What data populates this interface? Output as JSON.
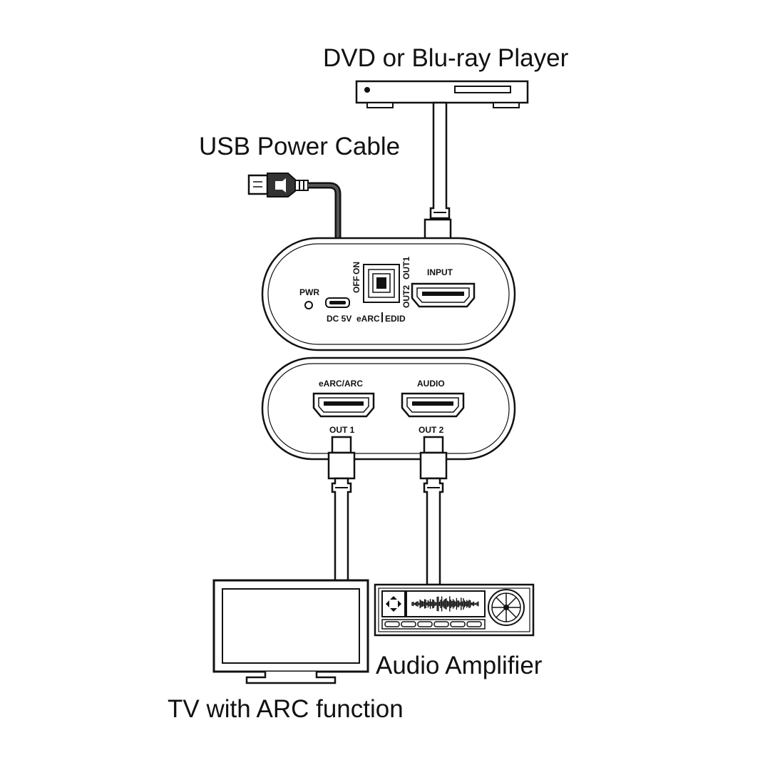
{
  "labels": {
    "dvd_player": "DVD or Blu-ray Player",
    "usb_power_cable": "USB Power Cable",
    "audio_amplifier": "Audio Amplifier",
    "tv": "TV with ARC function"
  },
  "top_panel": {
    "pwr": "PWR",
    "dc": "DC 5V",
    "earc": "eARC",
    "edid": "EDID",
    "on": "ON",
    "off": "OFF",
    "out1": "OUT1",
    "out2": "OUT2",
    "input": "INPUT"
  },
  "bottom_panel": {
    "earc_arc": "eARC/ARC",
    "audio": "AUDIO",
    "out1": "OUT 1",
    "out2": "OUT 2"
  }
}
